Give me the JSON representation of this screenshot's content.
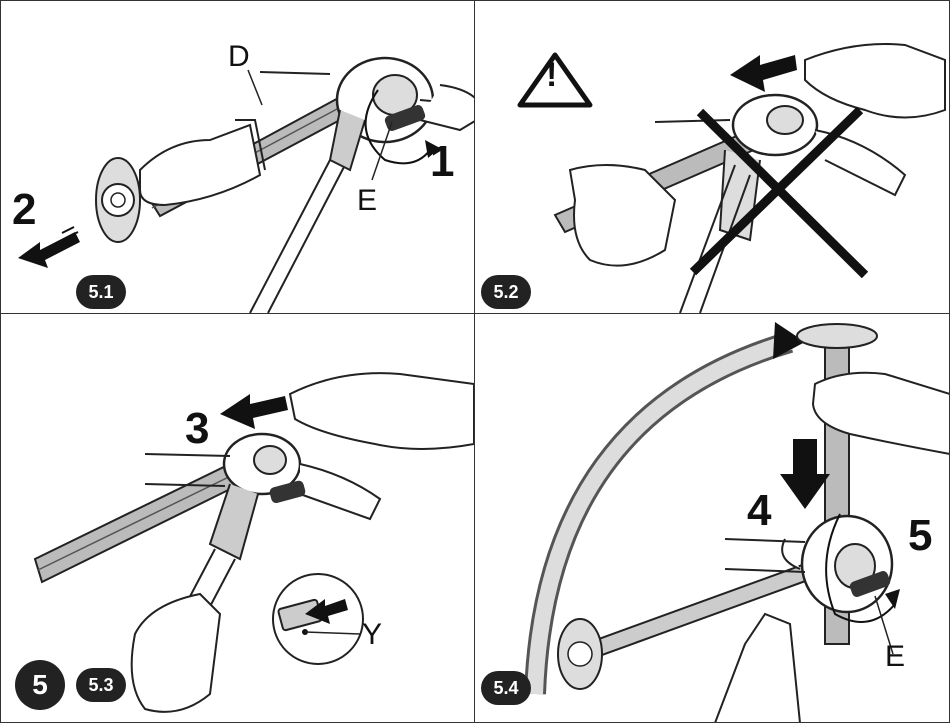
{
  "panels": [
    {
      "id": "5.1",
      "caption": "5.1",
      "steps": [
        "1",
        "2"
      ],
      "labels": [
        "D",
        "E"
      ]
    },
    {
      "id": "5.2",
      "caption": "5.2",
      "warning_icon": "warning-triangle-icon",
      "warning_symbol": "!"
    },
    {
      "id": "5.3",
      "caption": "5.3",
      "steps": [
        "3"
      ],
      "labels": [
        "Y"
      ],
      "section_number": "5"
    },
    {
      "id": "5.4",
      "caption": "5.4",
      "steps": [
        "4",
        "5"
      ],
      "labels": [
        "E"
      ]
    }
  ]
}
